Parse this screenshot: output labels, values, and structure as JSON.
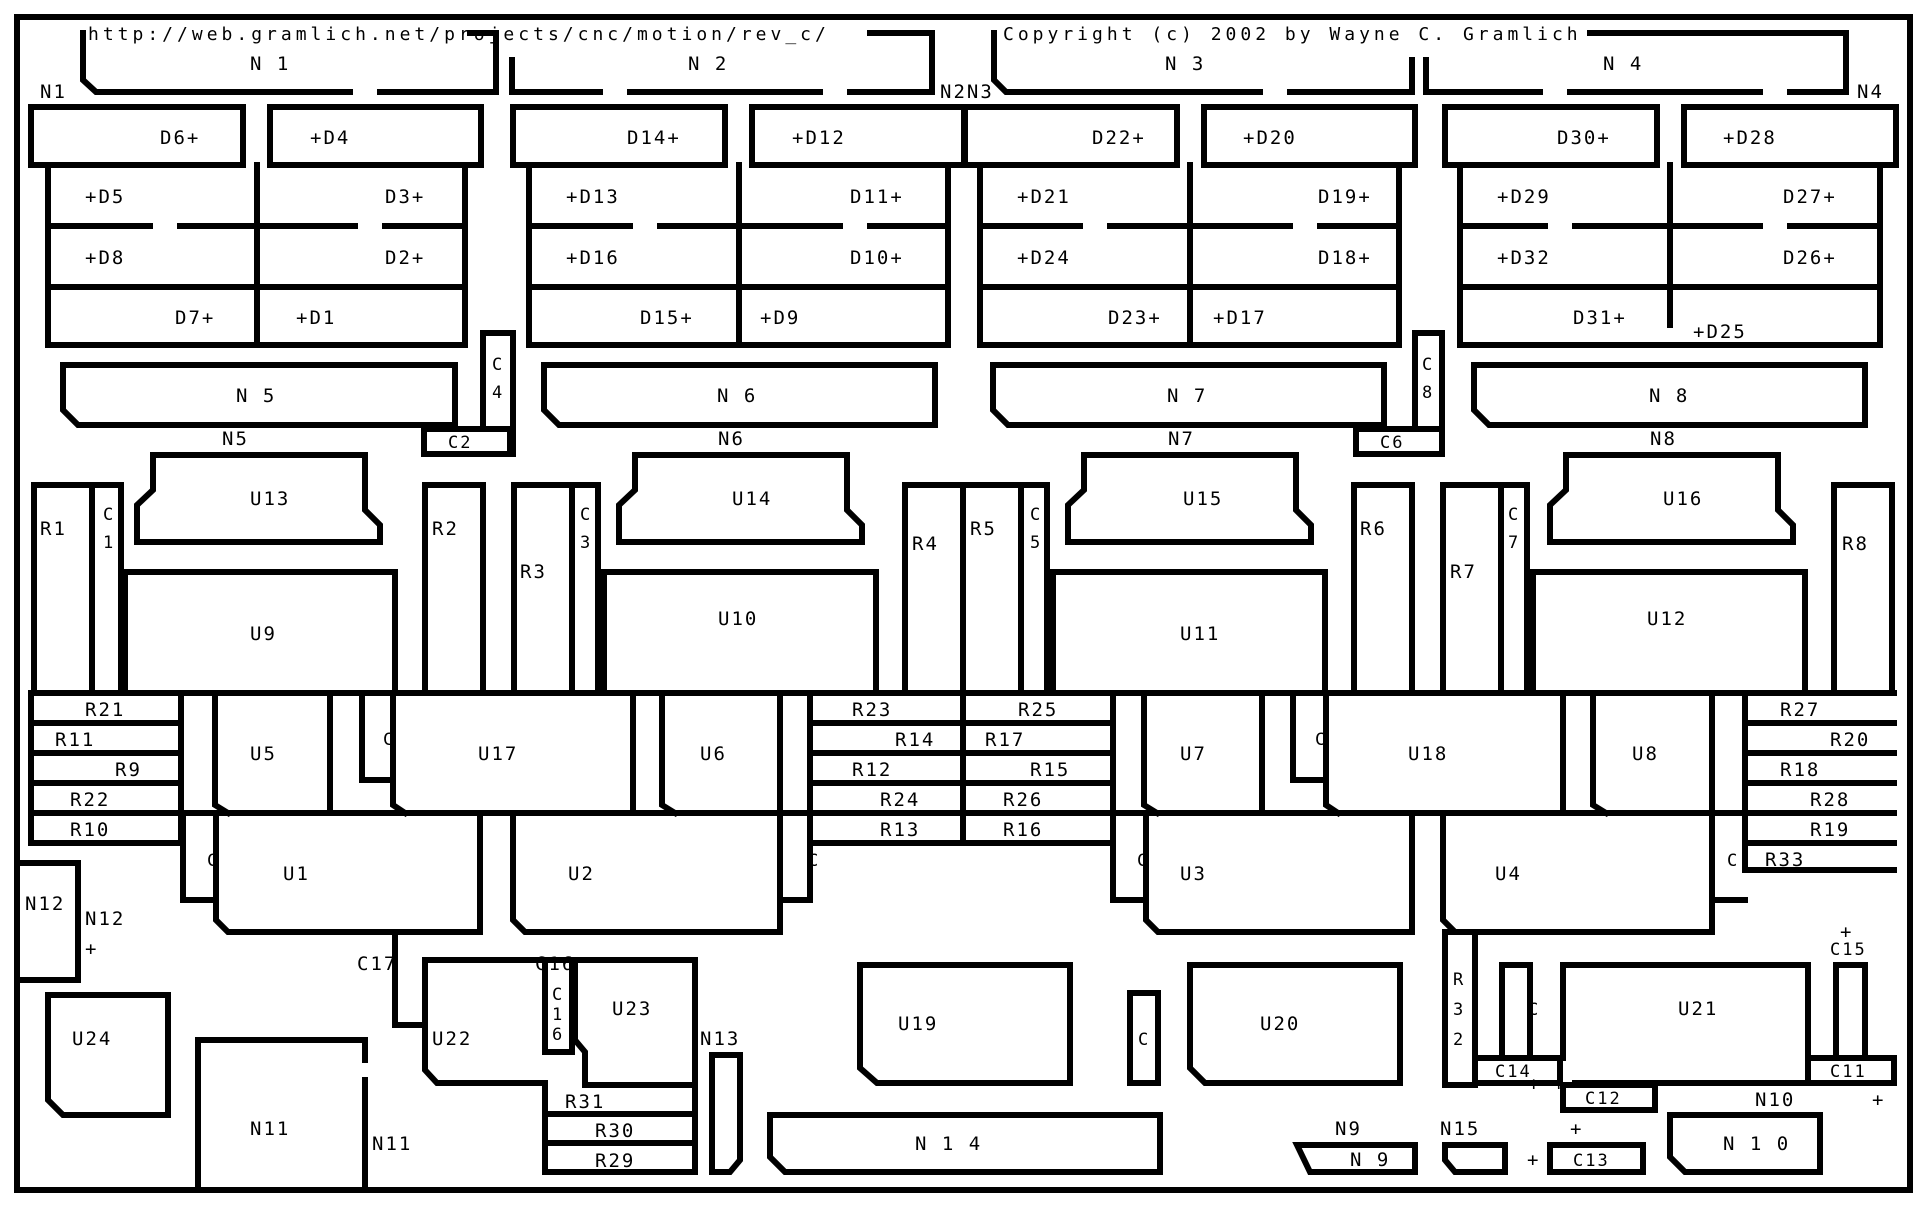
{
  "header": {
    "url": "http://web.gramlich.net/projects/cnc/motion/rev_c/",
    "copyright": "Copyright (c) 2002 by Wayne C. Gramlich"
  },
  "labels": {
    "n1_title": "N  1",
    "n2_title": "N  2",
    "n3_title": "N  3",
    "n4_title": "N  4",
    "n1": "N1",
    "n2n3": "N2N3",
    "n4": "N4",
    "d6": "D6+",
    "d4": "+D4",
    "d14": "D14+",
    "d12": "+D12",
    "d22": "D22+",
    "d20": "+D20",
    "d30": "D30+",
    "d28": "+D28",
    "d5": "+D5",
    "d3": "D3+",
    "d8": "+D8",
    "d2": "D2+",
    "d7": "D7+",
    "d1": "+D1",
    "d13": "+D13",
    "d11": "D11+",
    "d16": "+D16",
    "d10": "D10+",
    "d15": "D15+",
    "d9": "+D9",
    "d21": "+D21",
    "d19": "D19+",
    "d24": "+D24",
    "d18": "D18+",
    "d23": "D23+",
    "d17": "+D17",
    "d29": "+D29",
    "d27": "D27+",
    "d32": "+D32",
    "d26": "D26+",
    "d31": "D31+",
    "d25": "+D25",
    "n5_title": "N 5",
    "n6_title": "N 6",
    "n7_title": "N 7",
    "n8_title": "N 8",
    "n5": "N5",
    "n6": "N6",
    "n7": "N7",
    "n8": "N8",
    "c2": "C2",
    "c6": "C6",
    "c4a": "C",
    "c4b": "4",
    "c8a": "C",
    "c8b": "8",
    "u13": "U13",
    "u14": "U14",
    "u15": "U15",
    "u16": "U16",
    "r1": "R1",
    "r2": "R2",
    "r3": "R3",
    "r4": "R4",
    "r5": "R5",
    "r6": "R6",
    "r7": "R7",
    "r8": "R8",
    "c1a": "C",
    "c1b": "1",
    "c3a": "C",
    "c3b": "3",
    "c5a": "C",
    "c5b": "5",
    "c7a": "C",
    "c7b": "7",
    "u9": "U9",
    "u10": "U10",
    "u11": "U11",
    "u12": "U12",
    "r21": "R21",
    "r11": "R11",
    "r9": "R9",
    "r22": "R22",
    "r10": "R10",
    "r23": "R23",
    "r14": "R14",
    "r12": "R12",
    "r24": "R24",
    "r13": "R13",
    "r25": "R25",
    "r17": "R17",
    "r15": "R15",
    "r26": "R26",
    "r16": "R16",
    "r27": "R27",
    "r20": "R20",
    "r18": "R18",
    "r28": "R28",
    "r19": "R19",
    "r33": "R33",
    "u5": "U5",
    "u17": "U17",
    "u6": "U6",
    "u7": "U7",
    "u18": "U18",
    "u8": "U8",
    "c": "C",
    "u1": "U1",
    "u2": "U2",
    "u3": "U3",
    "u4": "U4",
    "n12a": "N12",
    "n12b": "N12",
    "plus": "+",
    "u24": "U24",
    "n11a": "N11",
    "n11b": "N11",
    "c17": "C17",
    "c16": "C16",
    "c16a": "C",
    "c16b": "1",
    "c16c": "6",
    "u22": "U22",
    "u23": "U23",
    "r31": "R31",
    "r30": "R30",
    "r29": "R29",
    "n13": "N13",
    "u19": "U19",
    "n14_title": "N 1 4",
    "u20": "U20",
    "n9": "N9",
    "n9_title": "N 9",
    "n15": "N15",
    "r32a": "R",
    "r32b": "3",
    "r32c": "2",
    "c14": "C14",
    "c12": "C12",
    "c13": "C13",
    "c15": "C15",
    "c11": "C11",
    "u21": "U21",
    "n10": "N10",
    "n10_title": "N 1 0"
  }
}
